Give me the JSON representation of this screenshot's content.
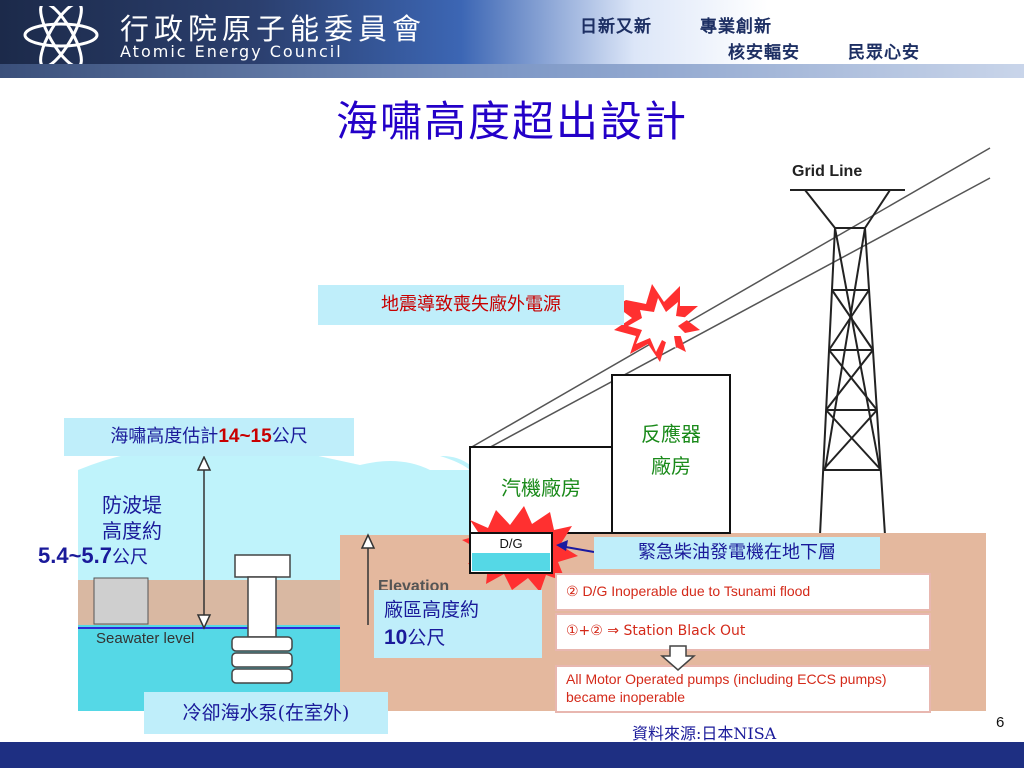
{
  "header": {
    "org_name_cn": "行政院原子能委員會",
    "org_name_en": "Atomic Energy Council",
    "slogan_1a": "日新又新",
    "slogan_1b": "專業創新",
    "slogan_2a": "核安輻安",
    "slogan_2b": "民眾心安"
  },
  "title": "海嘯高度超出設計",
  "diagram": {
    "grid_line": "Grid Line",
    "earthquake_label": "地震導致喪失廠外電源",
    "reactor_building": [
      "反應器",
      "廠房"
    ],
    "turbine_building": "汽機廠房",
    "dg": "D/G",
    "dg_note": "緊急柴油發電機在地下層",
    "tsunami_prefix": "海嘯高度估計",
    "tsunami_value": "14~15",
    "tsunami_unit": "公尺",
    "breakwater_1": "防波堤",
    "breakwater_2": "高度約",
    "breakwater_value": "5.4~5.7",
    "breakwater_unit": "公尺",
    "seawater_level": "Seawater level",
    "elevation": "Elevation",
    "site_height_1": "廠區高度約",
    "site_height_value": "10",
    "site_height_unit": "公尺",
    "pump_label": "冷卻海水泵(在室外)",
    "note_2": "② D/G Inoperable due to Tsunami flood",
    "note_12": "①+② ⇒ Station Black Out",
    "note_pumps": "All Motor Operated pumps (including ECCS pumps) became inoperable"
  },
  "source": "資料來源:日本NISA",
  "page_number": "6",
  "colors": {
    "title": "#2300c8",
    "label_blue": "#1a1a9a",
    "accent_red": "#c80000",
    "building_green": "#1a8a1a"
  }
}
